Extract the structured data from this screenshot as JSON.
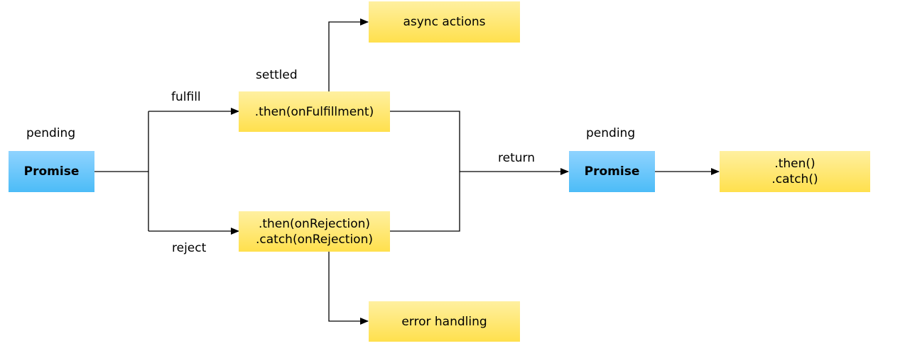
{
  "nodes": {
    "promise_1": {
      "label": "Promise",
      "state": "pending"
    },
    "then_fulfillment": {
      "label": ".then(onFulfillment)",
      "state": "settled"
    },
    "then_rejection": {
      "line1": ".then(onRejection)",
      "line2": ".catch(onRejection)"
    },
    "async_actions": {
      "label": "async actions"
    },
    "error_handling": {
      "label": "error handling"
    },
    "promise_2": {
      "label": "Promise",
      "state": "pending"
    },
    "chain": {
      "line1": ".then()",
      "line2": ".catch()"
    }
  },
  "edges": {
    "fulfill": "fulfill",
    "reject": "reject",
    "return": "return"
  },
  "colors": {
    "promise_fill": "#4cbcf7",
    "method_fill": "#ffe04d",
    "line": "#000000"
  }
}
